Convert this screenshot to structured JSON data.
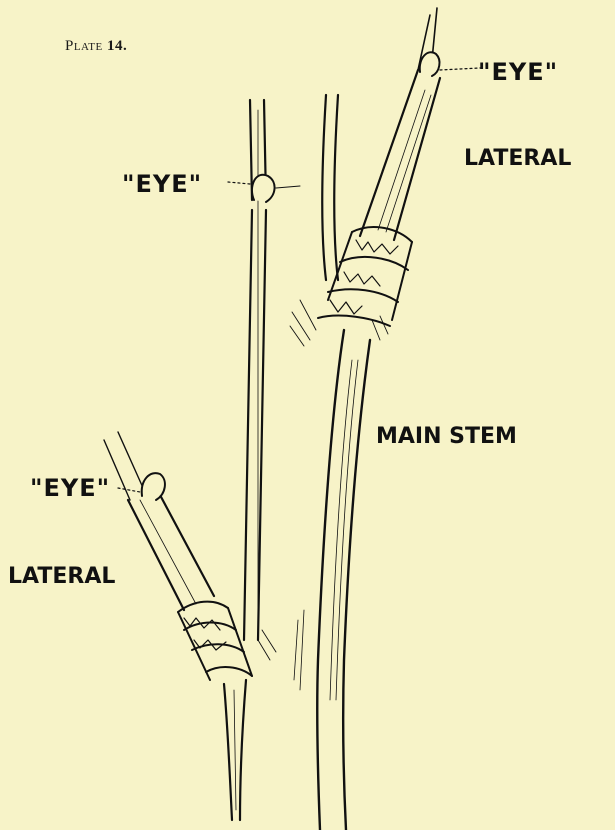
{
  "plate": {
    "prefix": "Plate",
    "number": "14."
  },
  "labels": {
    "eye_top": "\"EYE\"",
    "eye_middle": "\"EYE\"",
    "eye_bottom": "\"EYE\"",
    "lateral_top": "LATERAL",
    "lateral_bottom": "LATERAL",
    "main_stem": "MAIN STEM"
  },
  "colors": {
    "paper": "#f7f3c8",
    "ink": "#111111"
  }
}
